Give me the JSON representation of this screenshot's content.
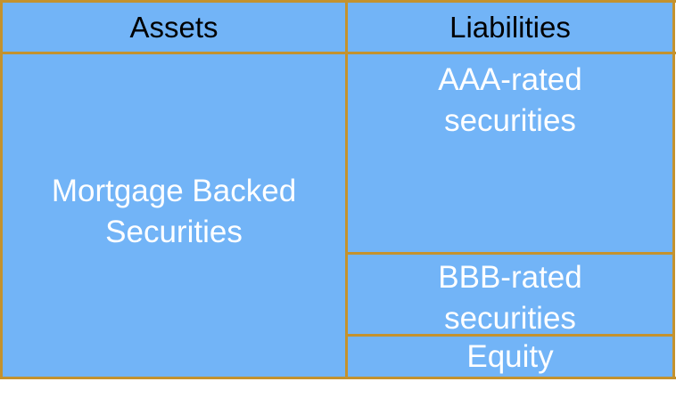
{
  "header": {
    "assets": "Assets",
    "liabilities": "Liabilities"
  },
  "assets": {
    "item_line1": "Mortgage Backed",
    "item_line2": "Securities"
  },
  "liabilities": {
    "aaa_line1": "AAA-rated",
    "aaa_line2": "securities",
    "bbb_line1": "BBB-rated",
    "bbb_line2": "securities",
    "equity": "Equity"
  },
  "colors": {
    "cell_fill": "#72b4f7",
    "border": "#c4922e",
    "header_text": "#000000",
    "body_text": "#ffffff"
  }
}
